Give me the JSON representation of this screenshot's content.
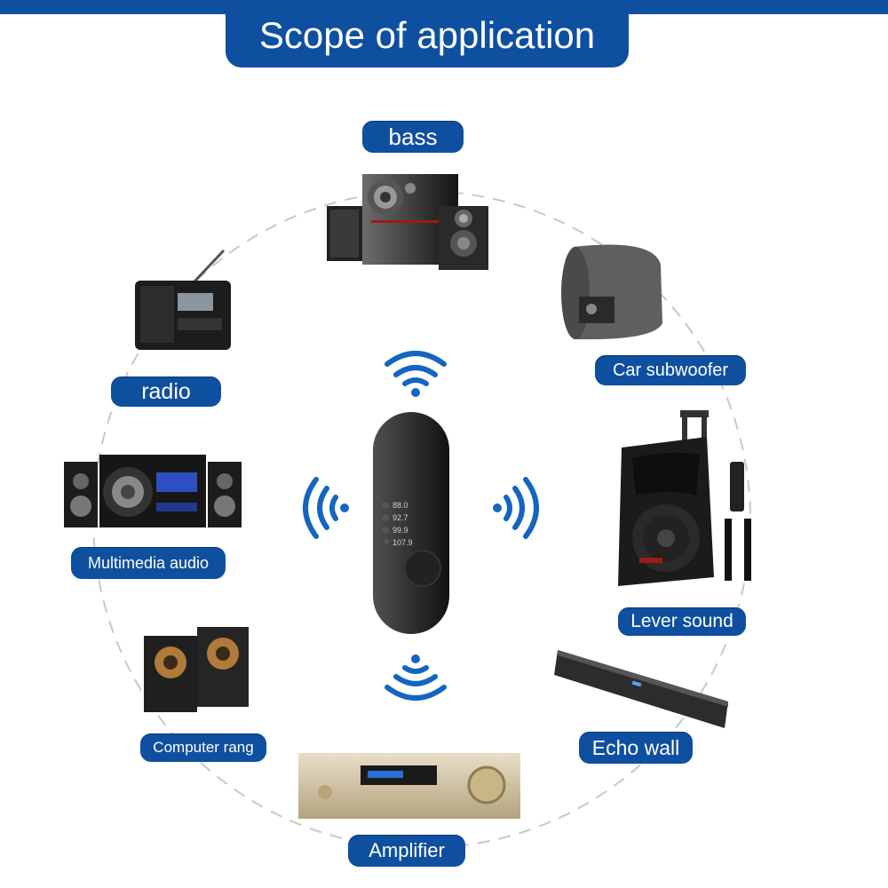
{
  "header": {
    "title": "Scope of application"
  },
  "labels": {
    "bass": "bass",
    "radio": "radio",
    "car_subwoofer": "Car subwoofer",
    "multimedia_audio": "Multimedia audio",
    "lever_sound": "Lever sound",
    "computer_rang": "Computer rang",
    "echo_wall": "Echo wall",
    "amplifier": "Amplifier"
  },
  "transmitter": {
    "frequencies": [
      "88.0",
      "92.7",
      "99.9",
      "107.9"
    ]
  },
  "colors": {
    "brand_blue": "#0f4fa0",
    "wave_blue": "#1565c0",
    "device_black": "#1a1a1a",
    "amp_gold": "#d9c9a3"
  },
  "icons": {
    "wave_top": "wireless-signal-icon",
    "wave_left": "wireless-signal-icon",
    "wave_right": "wireless-signal-icon",
    "wave_bottom": "wireless-signal-icon"
  }
}
